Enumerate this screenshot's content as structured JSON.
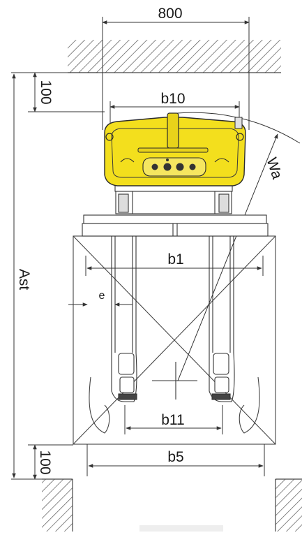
{
  "diagram": {
    "dimensions": {
      "top_width": "800",
      "top_clearance": "100",
      "bottom_clearance": "100",
      "aisle": "Ast",
      "turning_radius": "Wa",
      "b10": "b10",
      "b1": "b1",
      "b11": "b11",
      "b5": "b5",
      "e": "e"
    },
    "colors": {
      "truck_body": "#f3df1d",
      "truck_outline": "#2b2b2b",
      "line": "#3a3a3a",
      "hatch": "#555555",
      "background": "#ffffff"
    }
  }
}
